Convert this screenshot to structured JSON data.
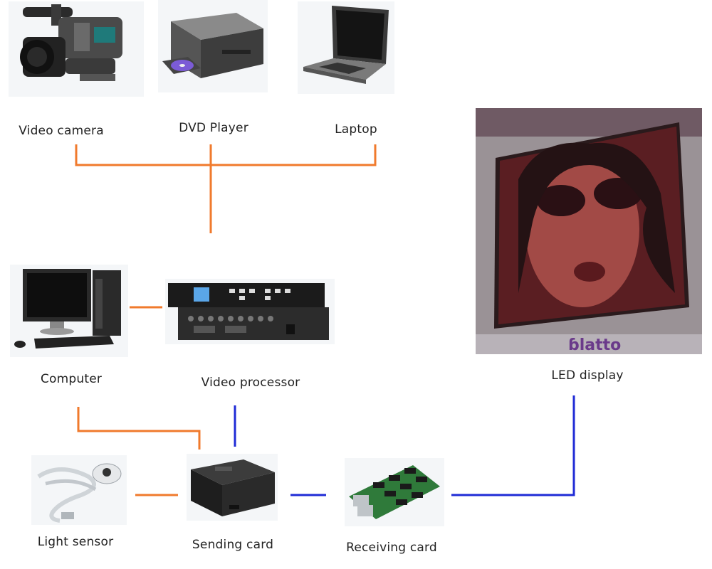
{
  "labels": {
    "video_camera": "Video camera",
    "dvd_player": "DVD Player",
    "laptop": "Laptop",
    "computer": "Computer",
    "video_processor": "Video processor",
    "led_display": "LED display",
    "light_sensor": "Light sensor",
    "sending_card": "Sending card",
    "receiving_card": "Receiving card"
  },
  "colors": {
    "orange_link": "#f07a2c",
    "blue_link": "#1f2bd6"
  },
  "icons": [
    "video-camera-image",
    "dvd-player-image",
    "laptop-image",
    "computer-image",
    "video-processor-image",
    "led-display-image",
    "light-sensor-image",
    "sending-card-image",
    "receiving-card-image"
  ]
}
